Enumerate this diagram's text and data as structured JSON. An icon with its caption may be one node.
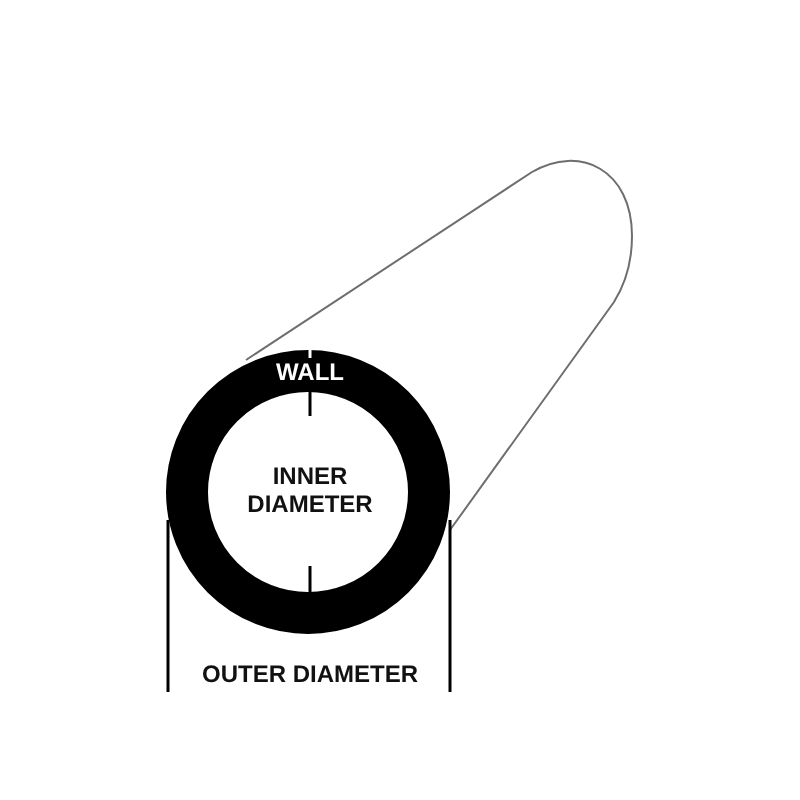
{
  "diagram": {
    "labels": [
      "WALL",
      "INNER DIAMETER",
      "OUTER DIAMETER"
    ]
  }
}
